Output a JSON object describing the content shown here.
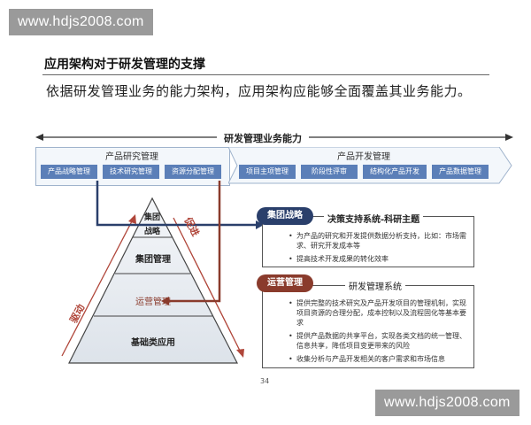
{
  "watermark": "www.hdjs2008.com",
  "title": "应用架构对于研发管理的支撑",
  "subtitle": "依据研发管理业务的能力架构，应用架构应能够全面覆盖其业务能力。",
  "capability_label": "研发管理业务能力",
  "research_group": {
    "label": "产品研究管理",
    "items": [
      "产品战略管理",
      "技术研究管理",
      "资源分配管理"
    ]
  },
  "develop_group": {
    "label": "产品开发管理",
    "items": [
      "项目主项管理",
      "阶段性评审",
      "结构化产品开发",
      "产品数据管理"
    ]
  },
  "pyramid": {
    "top": "集团",
    "top2": "战略",
    "level2": "集团管理",
    "level3": "运营管理",
    "level4": "基础类应用"
  },
  "arrows": {
    "left": "驱动",
    "right": "促进"
  },
  "panel1": {
    "tag": "集团战略",
    "title": "决策支持系统-科研主题",
    "bullets": [
      "为产品的研究和开发提供数据分析支持，比如：市场需求、研究开发成本等",
      "提高技术开发成果的转化效率"
    ]
  },
  "panel2": {
    "tag": "运营管理",
    "title": "研发管理系统",
    "bullets": [
      "提供完整的技术研究及产品开发项目的管理机制，实现项目资源的合理分配，成本控制以及流程固化等基本要求",
      "提供产品数据的共享平台，实现各类文档的统一管理、信息共享，降低项目变更带来的风险",
      "收集分析与产品开发相关的客户需求和市场信息"
    ]
  },
  "page_number": "34",
  "colors": {
    "accent_blue": "#5b7fb8",
    "navy": "#2a3f6b",
    "brown": "#8a3b2c",
    "watermark_bg": "#9a9a9a"
  }
}
